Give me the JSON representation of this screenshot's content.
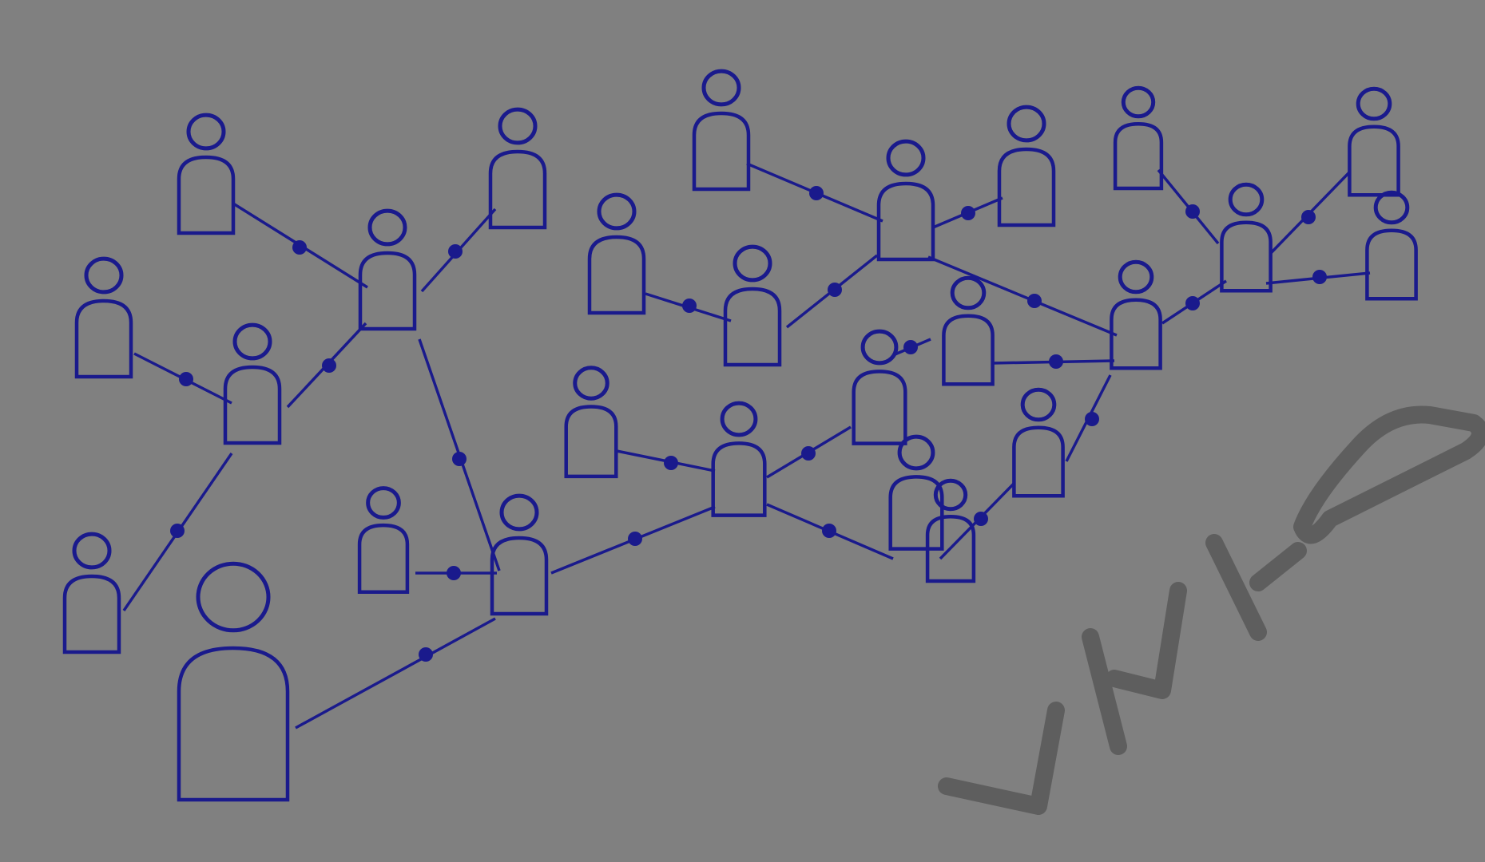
{
  "canvas": {
    "background": "#808080",
    "accent": "#1a1a8c",
    "watermark_color": "#5e5e5e"
  },
  "watermark": {
    "text": "VIVI-O",
    "kind": "logo"
  },
  "network": {
    "node_icon": "person-icon",
    "connector_icon": "dot-connector-icon",
    "node_count": 32,
    "edge_count": 32,
    "featured_node": "large-person-icon"
  }
}
